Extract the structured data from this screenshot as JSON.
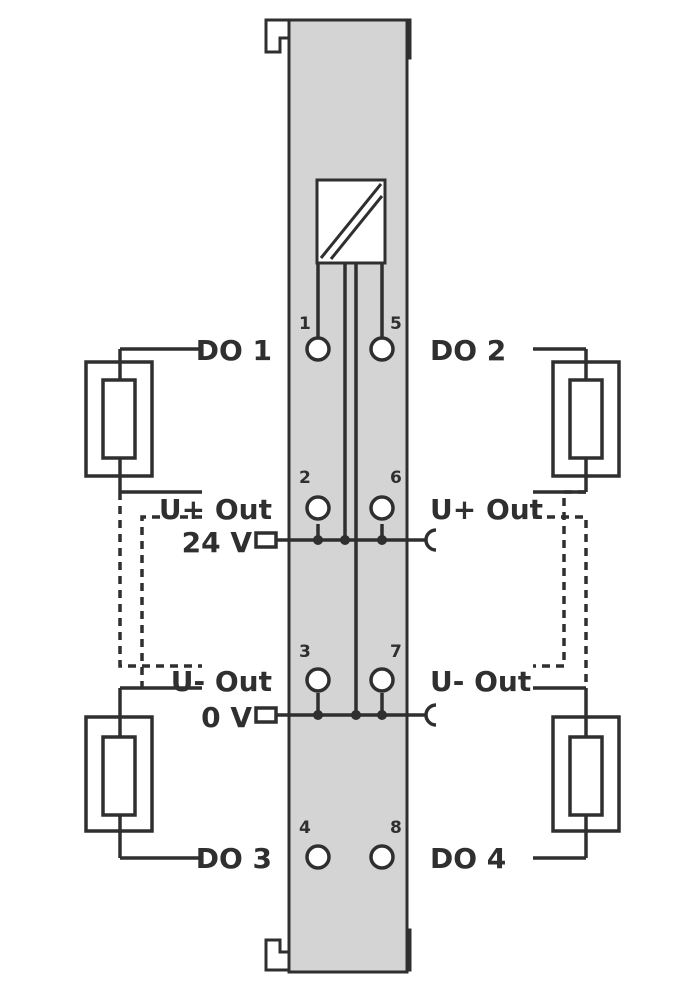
{
  "terminals": {
    "t1": "1",
    "t2": "2",
    "t3": "3",
    "t4": "4",
    "t5": "5",
    "t6": "6",
    "t7": "7",
    "t8": "8"
  },
  "labels": {
    "do1": "DO 1",
    "do2": "DO 2",
    "do3": "DO 3",
    "do4": "DO 4",
    "u_plus_out_left": "U+ Out",
    "u_plus_out_right": "U+ Out",
    "u_minus_out_left": "U- Out",
    "u_minus_out_right": "U- Out",
    "supply_24v": "24 V",
    "supply_0v": "0 V"
  },
  "colors": {
    "module_fill": "#d4d4d4",
    "stroke": "#2f2f2f",
    "background": "#ffffff"
  }
}
